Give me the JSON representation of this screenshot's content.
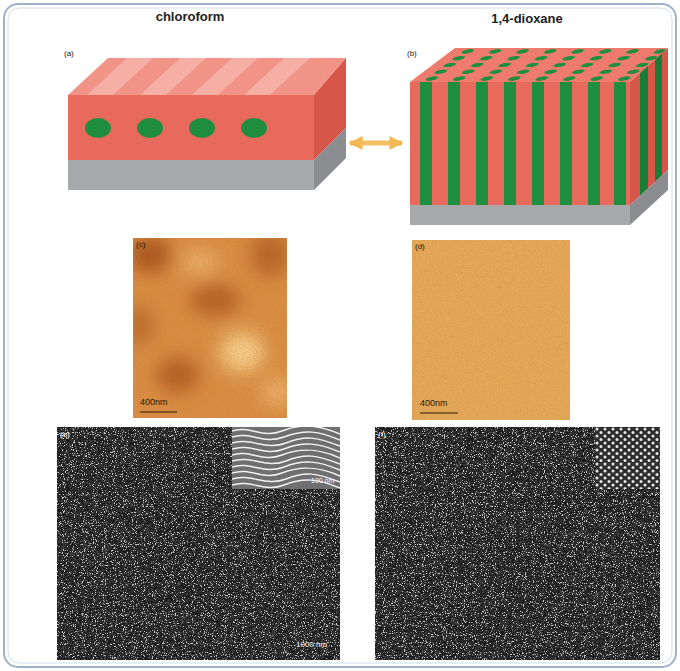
{
  "diagram": {
    "nodes": [
      {
        "text": [
          "(a)"
        ]
      },
      {
        "text": [
          "(b)"
        ]
      }
    ],
    "edges": [
      {
        "from": 0,
        "to": 1,
        "arrow": "both"
      }
    ],
    "labels": [
      "chloroform",
      "1,4-dioxane",
      "(c)",
      "400nm",
      "(d)",
      "400nm",
      "(e)",
      "100 nm",
      "1000 nm",
      "(f)"
    ]
  }
}
